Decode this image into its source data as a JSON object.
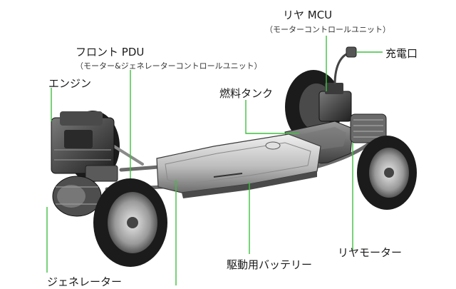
{
  "labels": {
    "rear_mcu": "リヤ MCU",
    "rear_mcu_sub": "（モーターコントロールユニット）",
    "charge_port": "充電口",
    "front_pdu": "フロント PDU",
    "front_pdu_sub": "（モーター&ジェネレーターコントロールユニット）",
    "engine": "エンジン",
    "fuel_tank": "燃料タンク",
    "drive_battery": "駆動用バッテリー",
    "rear_motor": "リヤモーター",
    "generator": "ジェネレーター"
  },
  "colors": {
    "leader": "#3fbf3f",
    "tire": "#1b1b1b",
    "battery": "#c9c9c9",
    "metal": "#555555",
    "background": "#ffffff"
  }
}
